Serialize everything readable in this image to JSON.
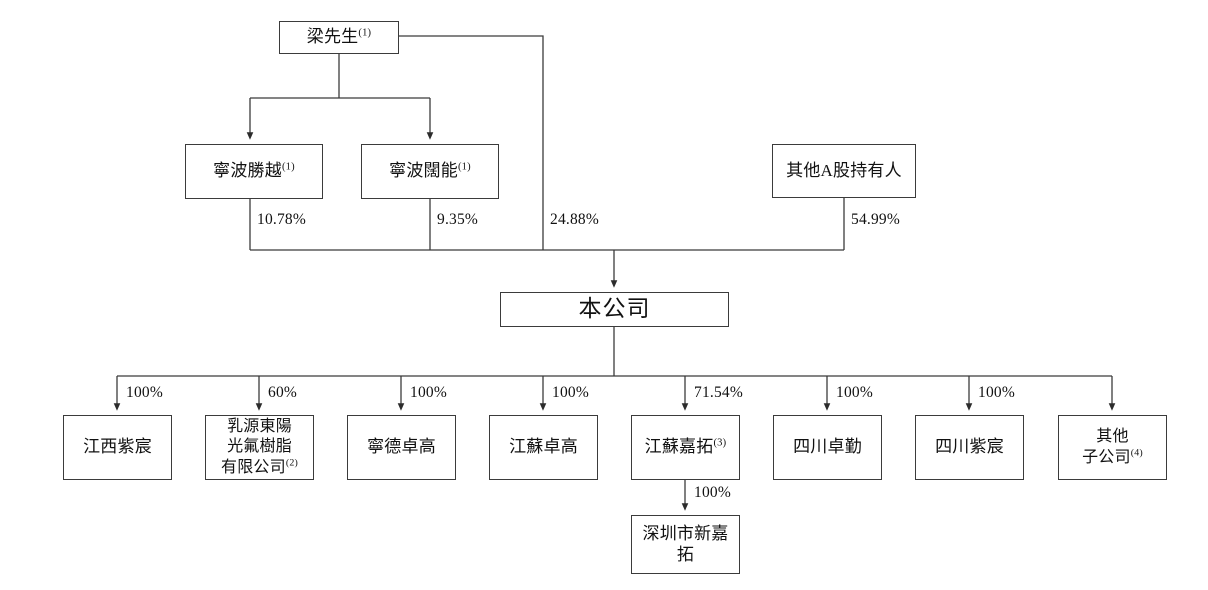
{
  "diagram": {
    "type": "org-shareholding-chart",
    "title": "",
    "line_color": "#3b3b3b",
    "box_fill": "#ffffff",
    "text_color": "#111111"
  },
  "nodes": {
    "controller": {
      "label": "梁先生",
      "note": "(1)"
    },
    "ningbo_shengyue": {
      "label": "寧波勝越",
      "note": "(1)"
    },
    "ningbo_kuoneng": {
      "label": "寧波闊能",
      "note": "(1)"
    },
    "other_a_shareholders": {
      "label": "其他A股持有人",
      "note": ""
    },
    "company": {
      "label": "本公司",
      "note": ""
    },
    "subsidiaries": [
      {
        "label": "江西紫宸",
        "note": "",
        "pct": "100%"
      },
      {
        "label": "乳源東陽\n光氟樹脂\n有限公司",
        "note": "(2)",
        "pct": "60%"
      },
      {
        "label": "寧德卓高",
        "note": "",
        "pct": "100%"
      },
      {
        "label": "江蘇卓高",
        "note": "",
        "pct": "100%"
      },
      {
        "label": "江蘇嘉拓",
        "note": "(3)",
        "pct": "71.54%"
      },
      {
        "label": "四川卓勤",
        "note": "",
        "pct": "100%"
      },
      {
        "label": "四川紫宸",
        "note": "",
        "pct": "100%"
      },
      {
        "label": "其他\n子公司",
        "note": "(4)",
        "pct": ""
      }
    ],
    "shenzhen_xinjiatuo": {
      "label": "深圳市新嘉拓",
      "note": "",
      "pct": "100%"
    }
  },
  "edges": {
    "shengyue_to_company_pct": "10.78%",
    "kuoneng_to_company_pct": "9.35%",
    "controller_direct_pct": "24.88%",
    "other_a_to_company_pct": "54.99%"
  }
}
